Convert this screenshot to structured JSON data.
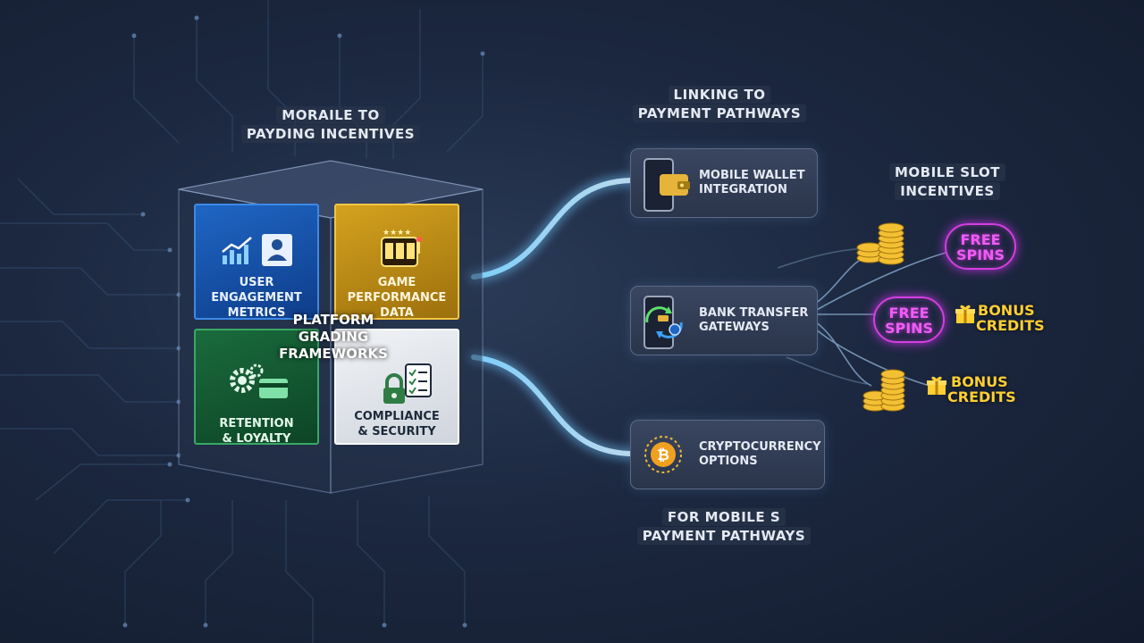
{
  "captions": {
    "cube_header_line1": "MORAILE TO",
    "cube_header_line2": "PAYDING INCENTIVES",
    "linking_line1": "LINKING TO",
    "linking_line2": "PAYMENT PATHWAYS",
    "slot_line1": "MOBILE SLOT",
    "slot_line2": "INCENTIVES",
    "footer_line1": "FOR MOBILE S",
    "footer_line2": "PAYMENT PATHWAYS"
  },
  "cube": {
    "center_line1": "PLATFORM",
    "center_line2": "GRADING",
    "center_line3": "FRAMEWORKS",
    "engagement_line1": "USER",
    "engagement_line2": "ENGAGEMENT",
    "engagement_line3": "METRICS",
    "game_line1": "GAME",
    "game_line2": "PERFORMANCE",
    "game_line3": "DATA",
    "retention_line1": "RETENTION",
    "retention_line2": "& LOYALTY",
    "compliance_line1": "COMPLIANCE",
    "compliance_line2": "& SECURITY"
  },
  "payments": {
    "wallet_line1": "MOBILE WALLET",
    "wallet_line2": "INTEGRATION",
    "bank_line1": "BANK TRANSFER",
    "bank_line2": "GATEWAYS",
    "crypto_line1": "CRYPTOCURRENCY",
    "crypto_line2": "OPTIONS"
  },
  "incentives": {
    "free_word": "FREE",
    "spins_word": "SPINS",
    "bonus_word": "BONUS",
    "credits_word": "CREDITS"
  },
  "icons": [
    "line-chart-icon",
    "id-card-icon",
    "slot-machine-icon",
    "gears-icon",
    "credit-card-icon",
    "lock-icon",
    "checklist-icon",
    "wallet-icon",
    "bank-transfer-icon",
    "bitcoin-icon",
    "gold-coins-icon",
    "gift-icon"
  ],
  "colors": {
    "blue_panel": "#1f66c4",
    "gold_panel": "#d4a21f",
    "green_panel": "#1a6b3d",
    "white_panel": "#f1f3f6",
    "neon_magenta": "#d43fe0",
    "bonus_gold": "#ffcf33",
    "flow_glow": "#8fd0ff"
  }
}
